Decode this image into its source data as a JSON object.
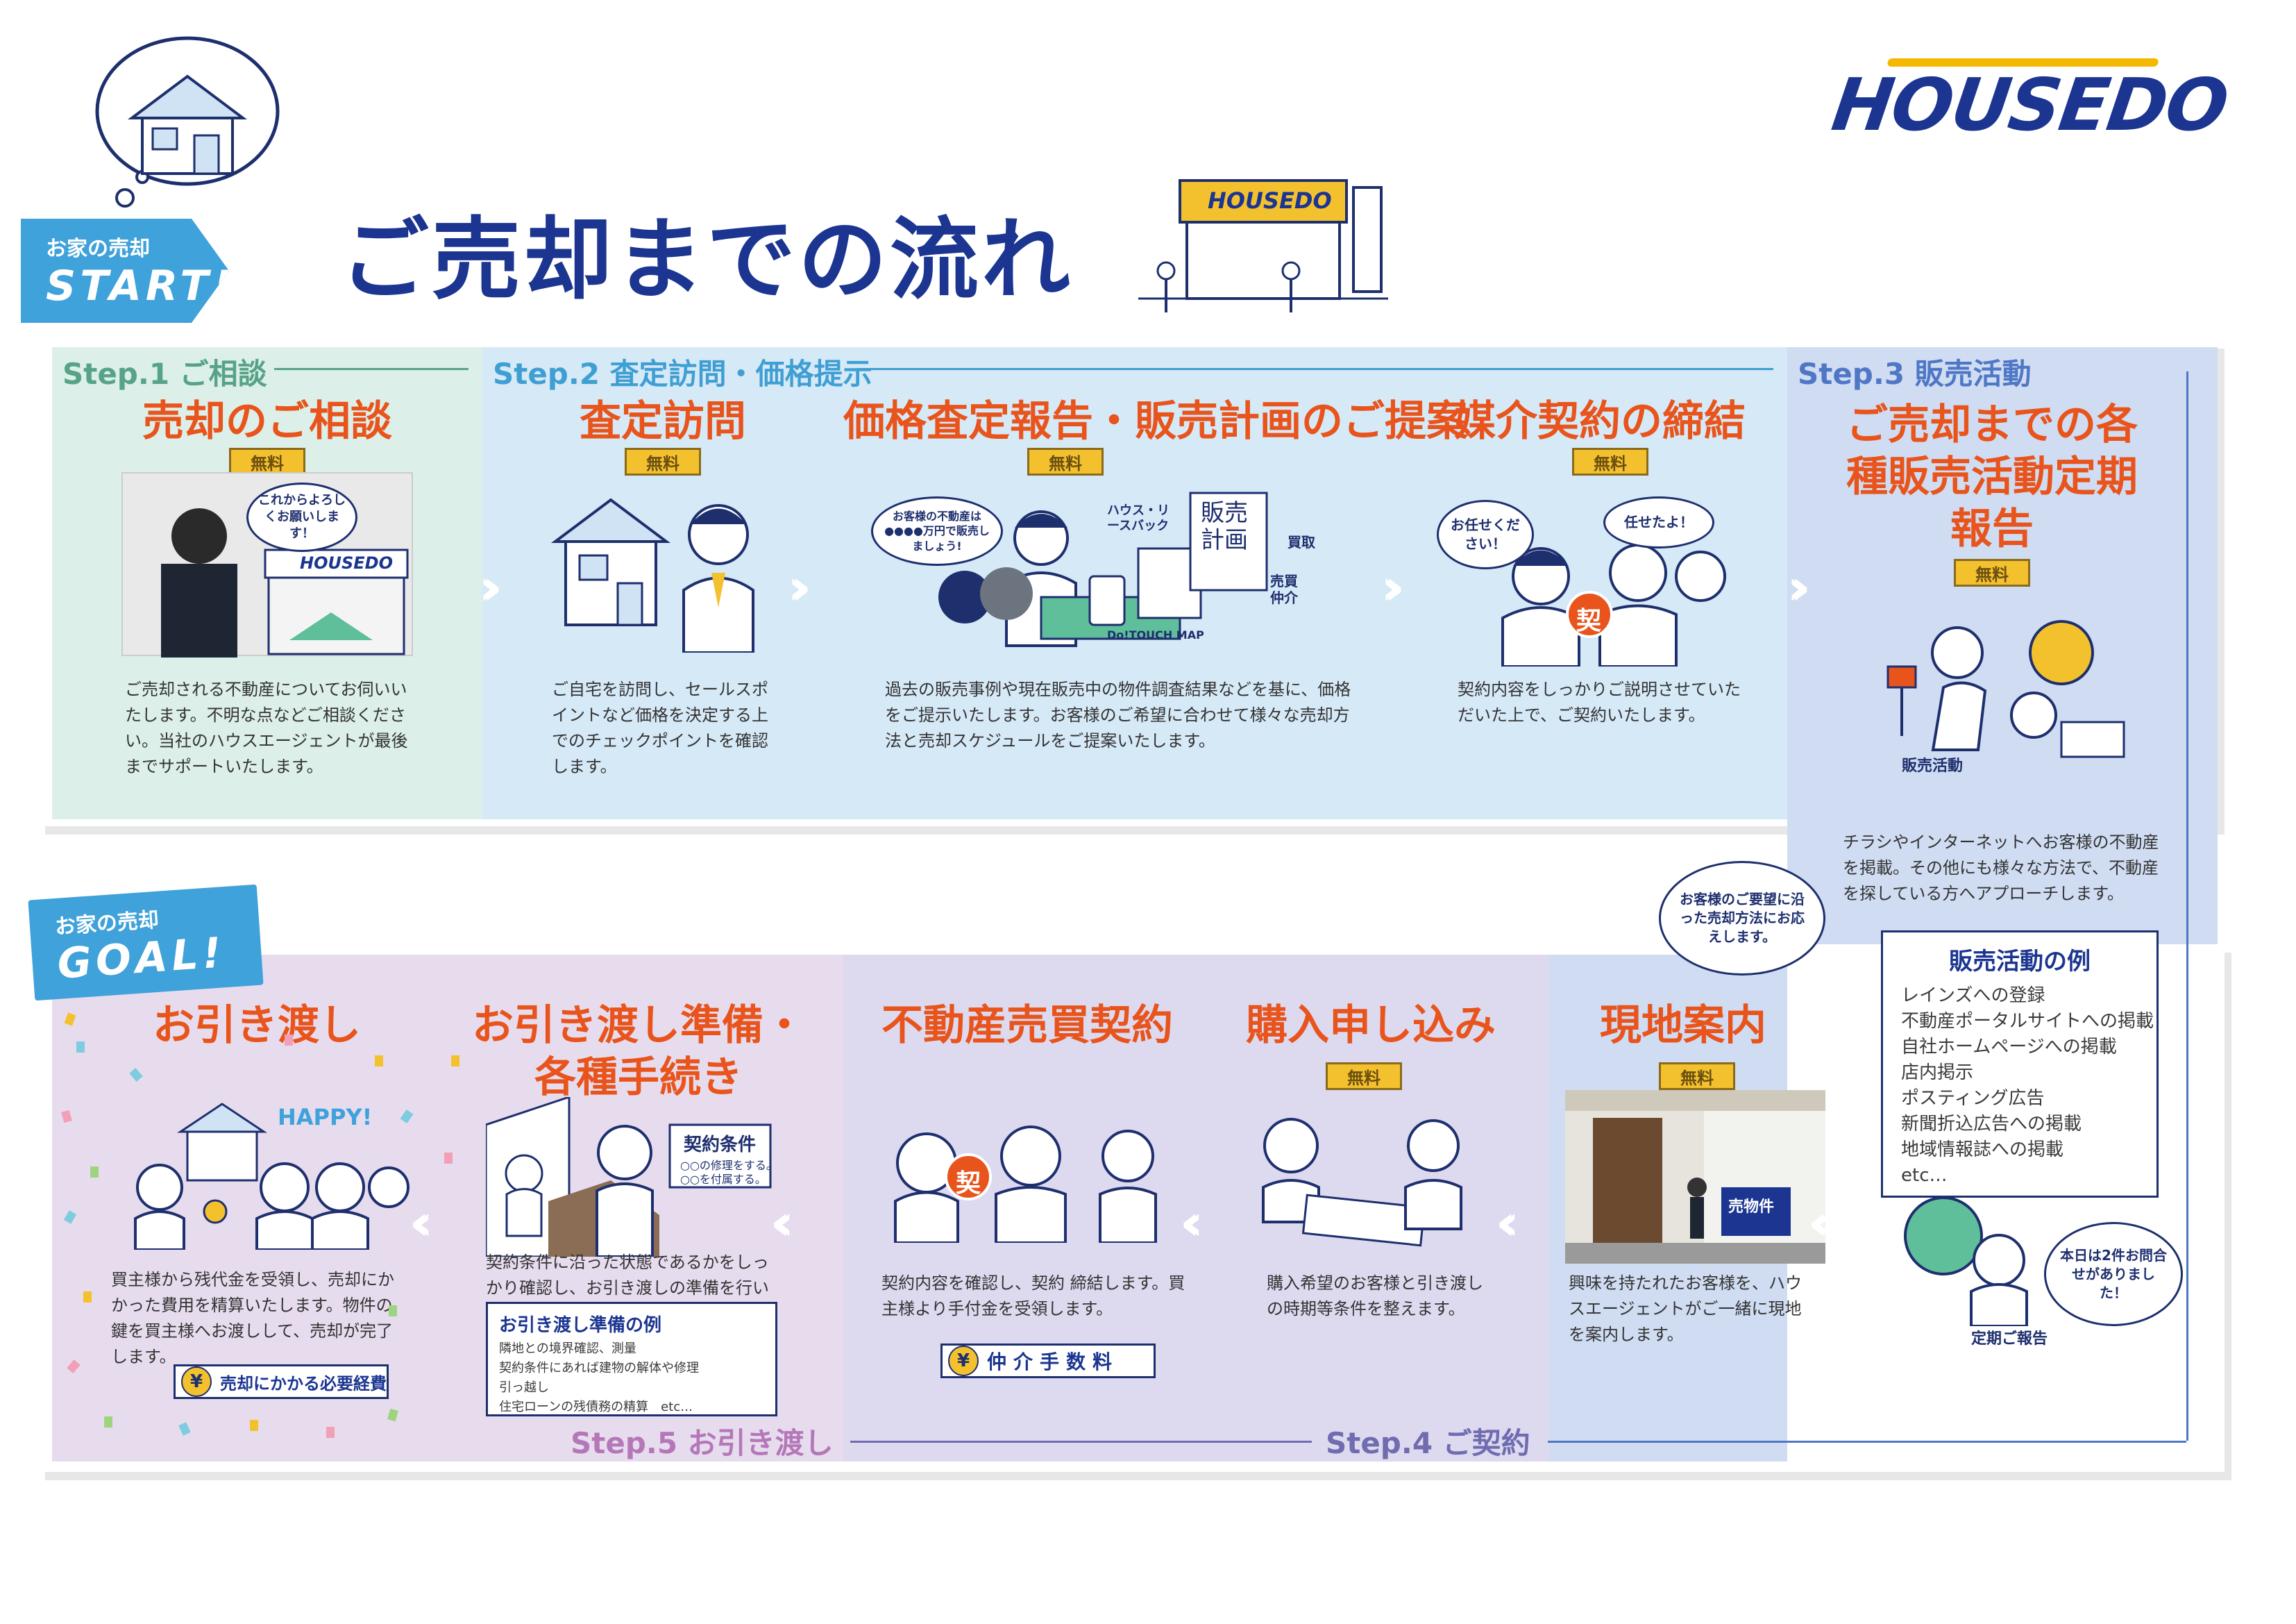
{
  "title": "ご売却までの流れ",
  "logo": "HOUSEDO",
  "store_sign": "HOUSEDO",
  "start_badge": {
    "small": "お家の売却",
    "big": "START!"
  },
  "goal_badge": {
    "small": "お家の売却",
    "big": "GOAL!"
  },
  "free_label": "無料",
  "steps": {
    "s1": "Step.1 ご相談",
    "s2": "Step.2 査定訪問・価格提示",
    "s3": "Step.3 販売活動",
    "s4": "Step.4 ご契約",
    "s5": "Step.5 お引き渡し"
  },
  "top": [
    {
      "title": "売却のご相談",
      "desc": "ご売却される不動産についてお伺いいたします。不明な点などご相談ください。当社のハウスエージェントが最後までサポートいたします。",
      "bubble": "これからよろしくお願いします！"
    },
    {
      "title": "査定訪問",
      "desc": "ご自宅を訪問し、セールスポイントなど価格を決定する上でのチェックポイントを確認します。"
    },
    {
      "title": "価格査定報告・販売計画のご提案",
      "desc": "過去の販売事例や現在販売中の物件調査結果などを基に、価格をご提示いたします。お客様のご希望に合わせて様々な売却方法と売却スケジュールをご提案いたします。",
      "bubble": "お客様の不動産は●●●●万円で販売しましょう!",
      "tags": [
        "ハウス・リースバック",
        "販売計画",
        "買取",
        "売買仲介",
        "Do!TOUCH MAP"
      ]
    },
    {
      "title": "媒介契約の締結",
      "desc": "契約内容をしっかりご説明させていただいた上で、ご契約いたします。",
      "bubble1": "お任せください！",
      "bubble2": "任せたよ！",
      "stamp": "契"
    }
  ],
  "right": {
    "title": "ご売却までの各種販売活動定期報告",
    "illus_label": "販売活動",
    "desc": "チラシやインターネットへお客様の不動産を掲載。その他にも様々な方法で、不動産を探している方へアプローチします。",
    "bubble": "お客様のご要望に沿った売却方法にお応えします。",
    "box_title": "販売活動の例",
    "box_items": [
      "レインズへの登録",
      "不動産ポータルサイトへの掲載",
      "自社ホームページへの掲載",
      "店内掲示",
      "ポスティング広告",
      "新聞折込広告への掲載",
      "地域情報誌への掲載",
      "etc…"
    ],
    "report_bubble": "本日は2件お問合せがありました！",
    "report_label": "定期ご報告"
  },
  "bottom": [
    {
      "title": "現地案内",
      "desc": "興味を持たれたお客様を、ハウスエージェントがご一緒に現地を案内します。",
      "sign": "売物件"
    },
    {
      "title": "購入申し込み",
      "desc": "購入希望のお客様と引き渡しの時期等条件を整えます。"
    },
    {
      "title": "不動産売買契約",
      "desc": "契約内容を確認し、契約 締結します。買主様より手付金を受領します。",
      "fee": "仲介手数料",
      "stamp": "契"
    },
    {
      "title": "お引き渡し準備・各種手続き",
      "desc": "契約条件に沿った状態であるかをしっかり確認し、お引き渡しの準備を行います。",
      "cond_title": "契約条件",
      "cond_lines": [
        "○○の修理をする。",
        "○○を付属する。"
      ],
      "box_title": "お引き渡し準備の例",
      "box_items": [
        "隣地との境界確認、測量",
        "契約条件にあれば建物の解体や修理",
        "引っ越し",
        "住宅ローンの残債務の精算　etc…"
      ]
    },
    {
      "title": "お引き渡し",
      "desc": "買主様から残代金を受領し、売却にかかった費用を精算いたします。物件の鍵を買主様へお渡しして、売却が完了します。",
      "fee": "売却にかかる必要経費",
      "happy": "HAPPY!"
    }
  ],
  "yen_symbol": "¥",
  "colors": {
    "navy": "#1b3591",
    "orange": "#e8541c",
    "green_zone": "#dcefe9",
    "blue_zone": "#d6e9f7",
    "indigo_zone": "#cfdcf2",
    "lavender_zone": "#ddd9ef",
    "pink_zone": "#e7dcee",
    "yellow": "#f4c12e",
    "badge_blue": "#3fa2da"
  }
}
